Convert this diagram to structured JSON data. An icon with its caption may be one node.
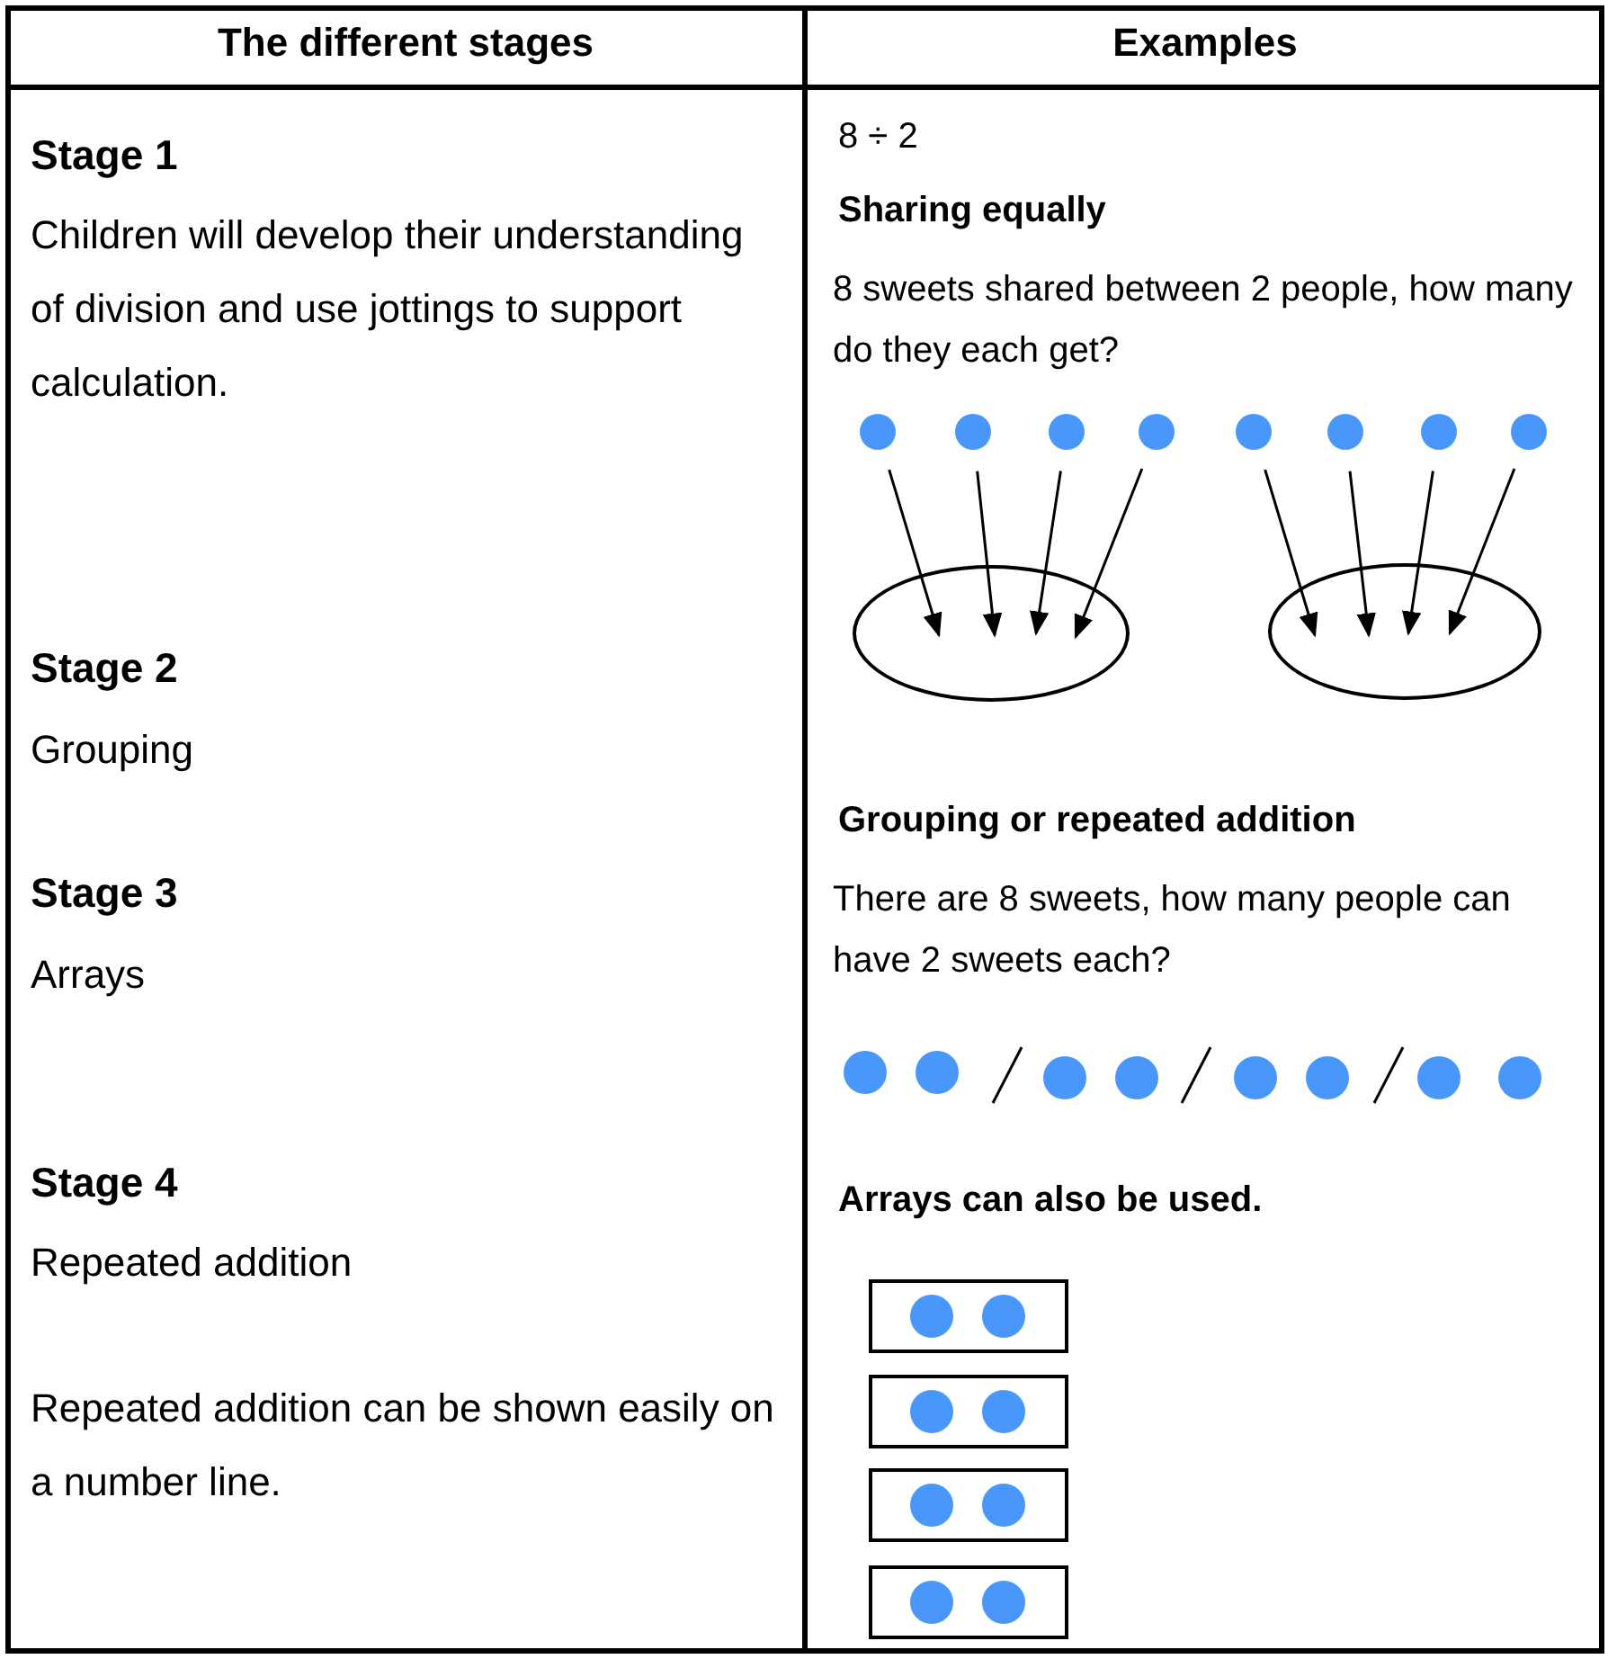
{
  "diagram": {
    "nodes": [
      {
        "text": [],
        "shape": "circle"
      },
      {
        "text": [],
        "shape": "circle"
      },
      {
        "text": [],
        "shape": "circle"
      },
      {
        "text": [],
        "shape": "circle"
      },
      {
        "text": [],
        "shape": "circle"
      },
      {
        "text": [],
        "shape": "circle"
      },
      {
        "text": [],
        "shape": "circle"
      },
      {
        "text": [],
        "shape": "circle"
      },
      {
        "text": [],
        "shape": "ellipse"
      },
      {
        "text": [],
        "shape": "ellipse"
      }
    ],
    "edges": [
      {
        "from": 0,
        "to": 8,
        "arrow": "to"
      },
      {
        "from": 1,
        "to": 8,
        "arrow": "to"
      },
      {
        "from": 2,
        "to": 8,
        "arrow": "to"
      },
      {
        "from": 3,
        "to": 8,
        "arrow": "to"
      },
      {
        "from": 4,
        "to": 9,
        "arrow": "to"
      },
      {
        "from": 5,
        "to": 9,
        "arrow": "to"
      },
      {
        "from": 6,
        "to": 9,
        "arrow": "to"
      },
      {
        "from": 7,
        "to": 9,
        "arrow": "to"
      }
    ],
    "labels": [
      "The different stages",
      "Examples",
      "Stage 1",
      "Children will develop their understanding of division and use jottings to support calculation.",
      "Stage 2",
      "Grouping",
      "Stage 3",
      "Arrays",
      "Stage 4",
      "Repeated addition",
      "Repeated addition can be shown easily on a number line.",
      "8 ÷ 2",
      "Sharing equally",
      "8 sweets shared between 2 people, how many do they each get?",
      "Grouping or repeated addition",
      "There are 8 sweets, how many people can have 2 sweets each?",
      "Arrays can also be used."
    ]
  }
}
